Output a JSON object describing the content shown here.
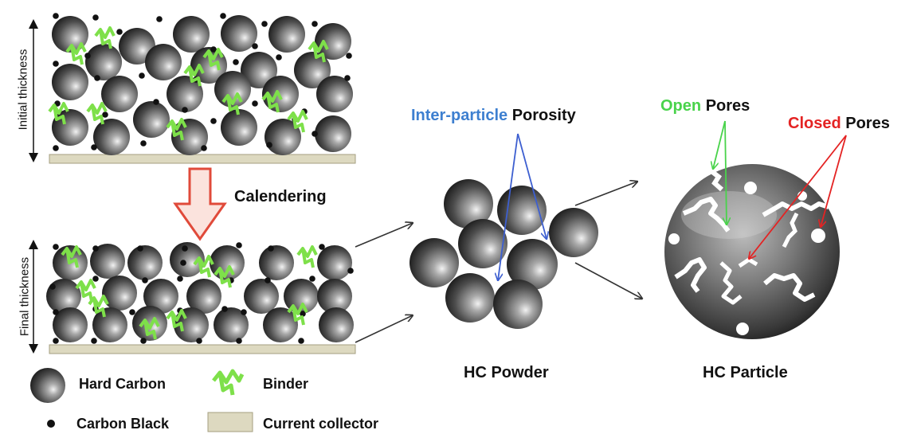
{
  "labels": {
    "initial_thickness": "Initial thickness",
    "final_thickness": "Final thickness",
    "calendering": "Calendering",
    "inter_particle": "Inter-particle",
    "porosity": "Porosity",
    "open": "Open",
    "open_pores": "Pores",
    "closed": "Closed",
    "closed_pores": "Pores",
    "hc_powder": "HC Powder",
    "hc_particle": "HC Particle"
  },
  "legend": {
    "hard_carbon": "Hard Carbon",
    "binder": "Binder",
    "carbon_black": "Carbon Black",
    "current_collector": "Current collector"
  },
  "colors": {
    "binder": "#7ee04a",
    "collector": "#ddd9c0",
    "inter_particle": "#3d7fd0",
    "open": "#49d34b",
    "closed": "#e42323",
    "arrow_fill": "#fbe3dd",
    "arrow_stroke": "#e04a3a"
  }
}
